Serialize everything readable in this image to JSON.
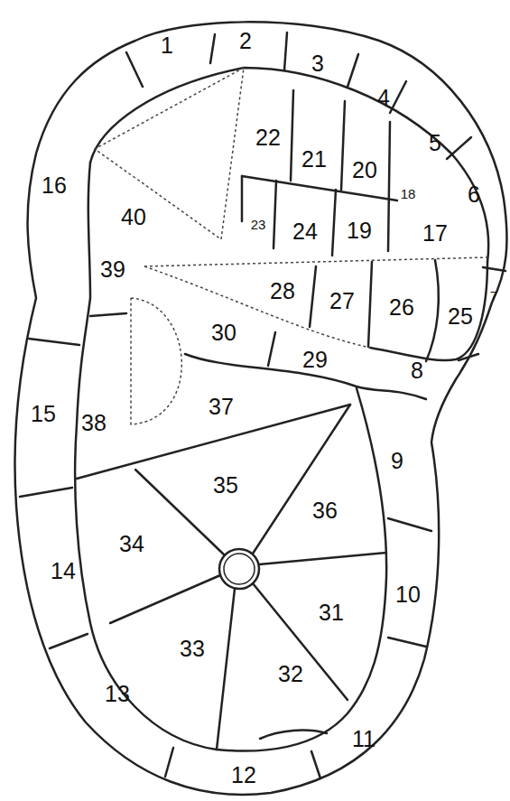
{
  "diagram": {
    "labels": [
      "1",
      "2",
      "3",
      "4",
      "5",
      "6",
      "7",
      "8",
      "9",
      "10",
      "11",
      "12",
      "13",
      "14",
      "15",
      "16",
      "17",
      "18",
      "19",
      "20",
      "21",
      "22",
      "23",
      "24",
      "25",
      "26",
      "27",
      "28",
      "29",
      "30",
      "31",
      "32",
      "33",
      "34",
      "35",
      "36",
      "37",
      "38",
      "39",
      "40"
    ]
  }
}
